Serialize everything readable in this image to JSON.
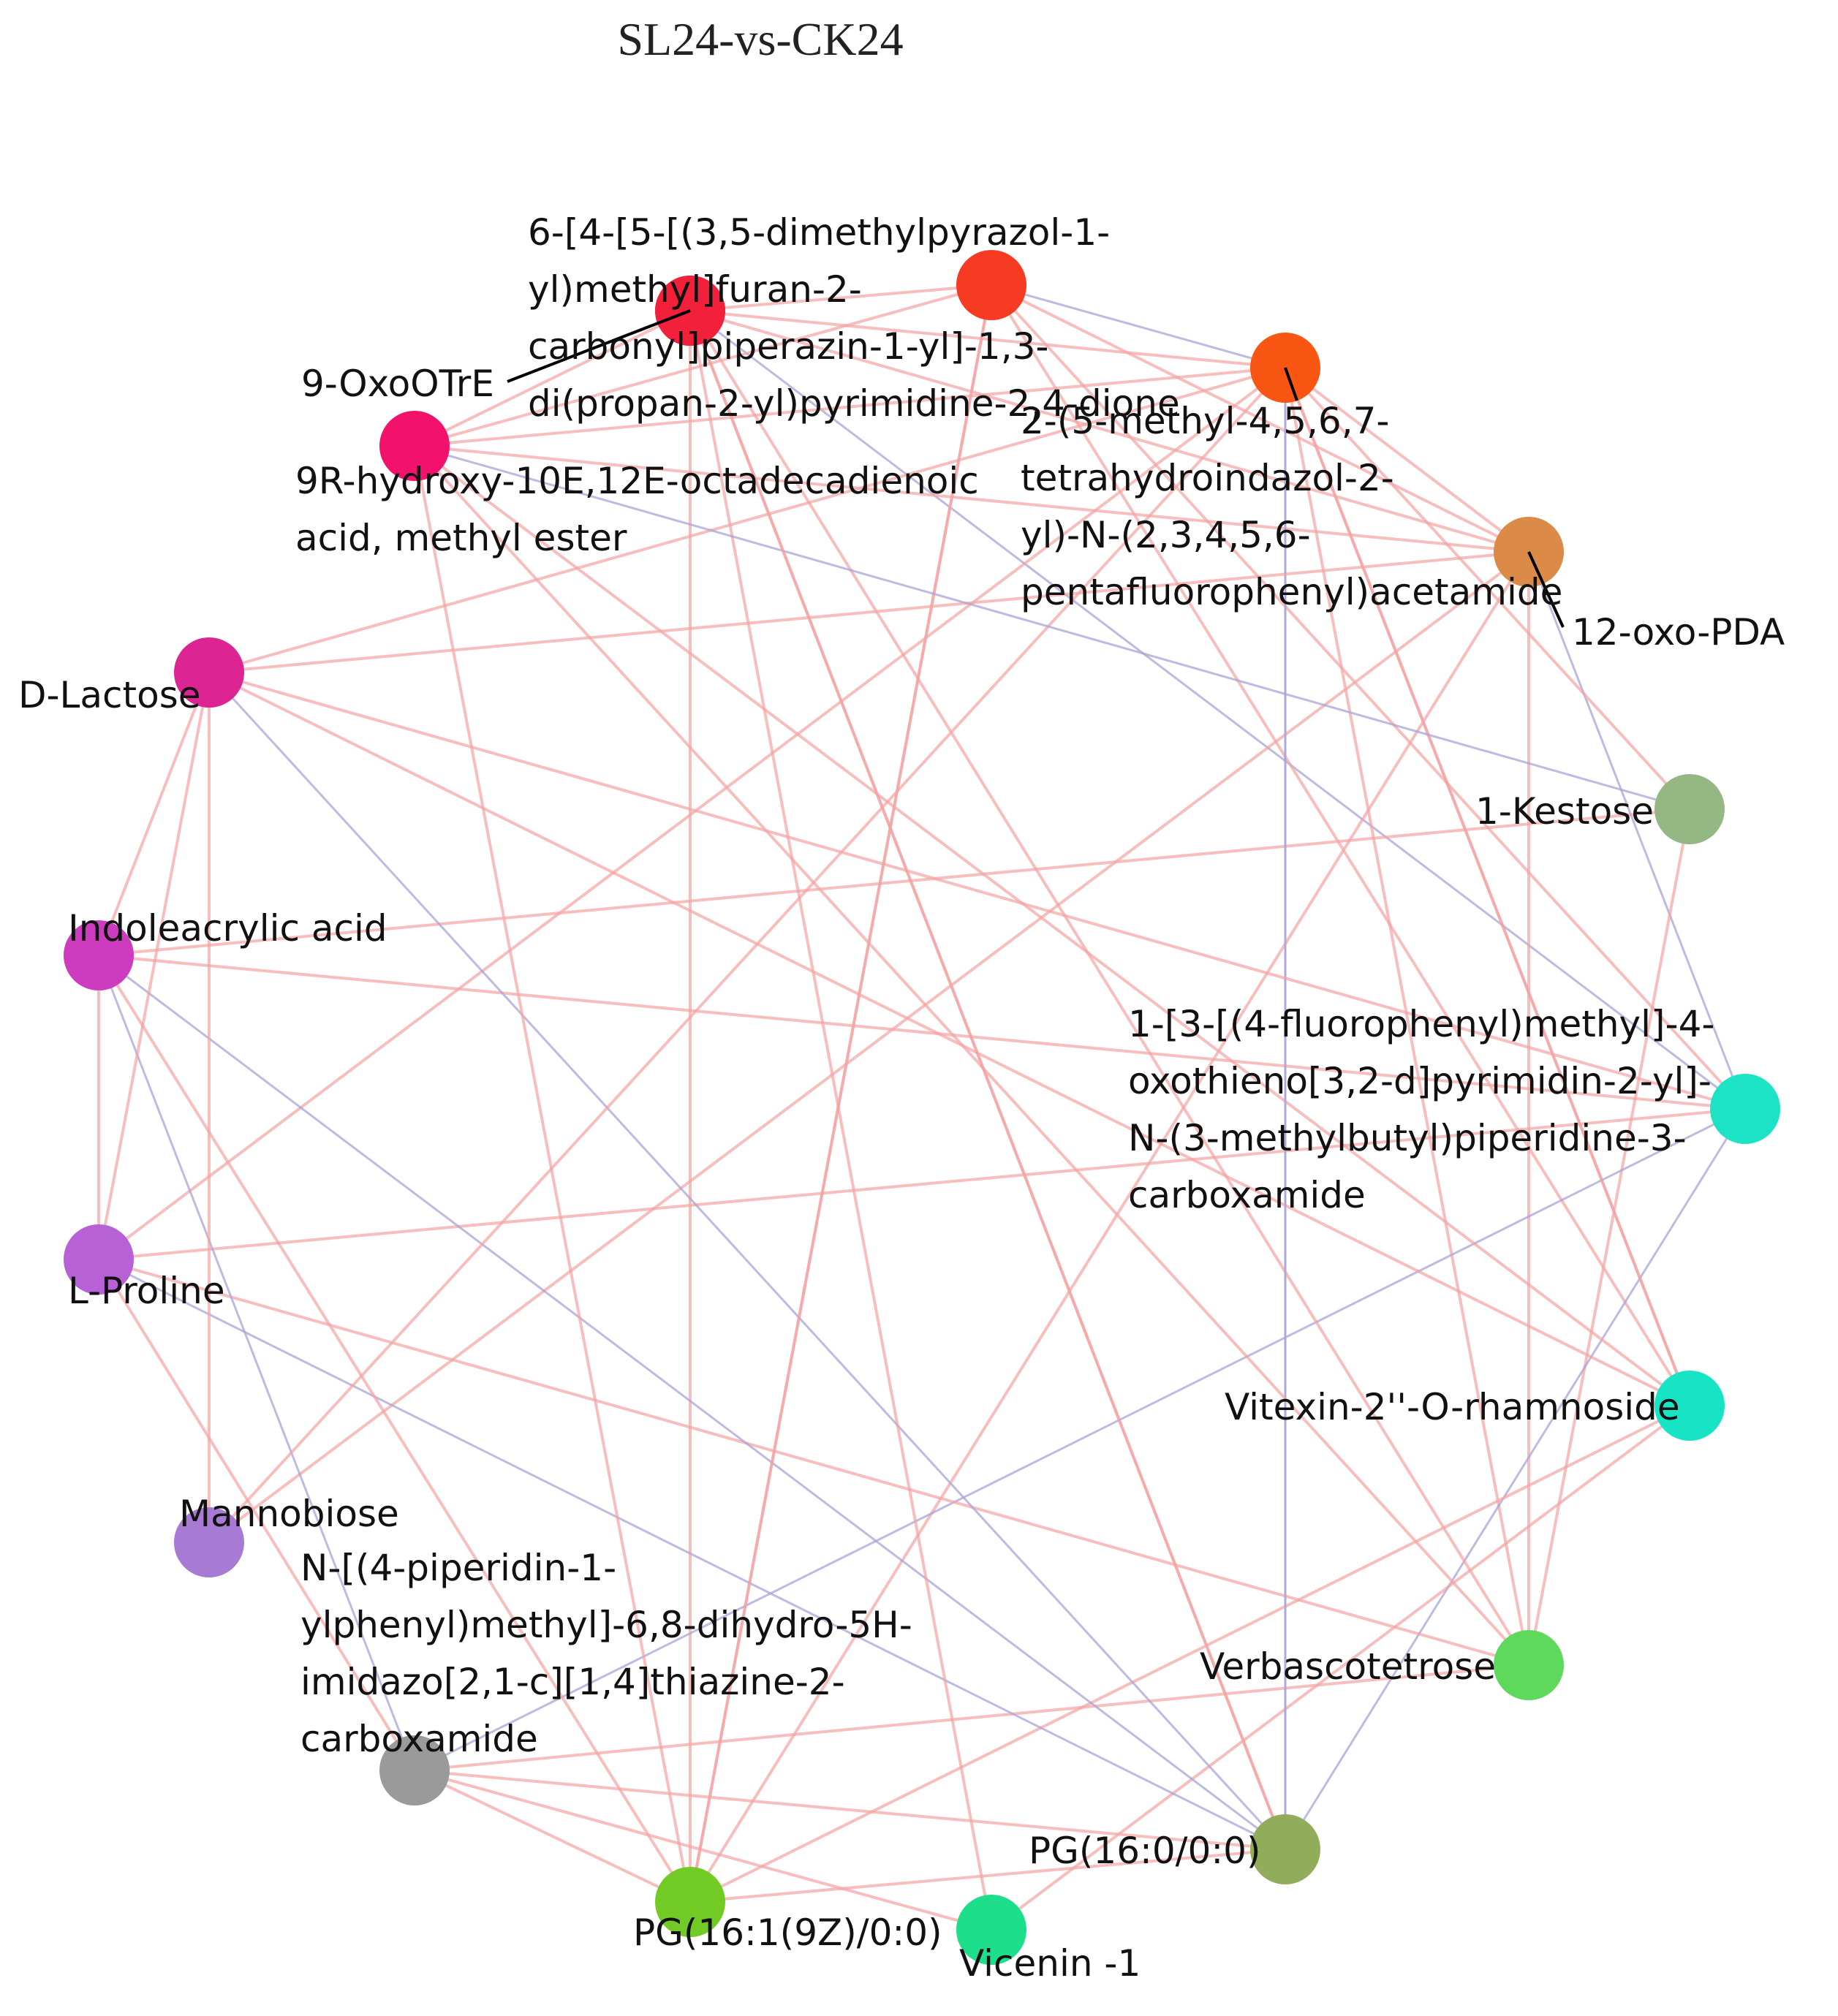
{
  "title": "SL24-vs-CK24",
  "colors": {
    "positive_edge": "#f4a3a3",
    "negative_edge": "#a9a3d6",
    "leader_line": "#000000"
  },
  "nodes": [
    {
      "id": "n1",
      "label_lines": [
        "6-[4-[5-[(3,5-dimethylpyrazol-1-",
        "yl)methyl]furan-2-",
        "carbonyl]piperazin-1-yl]-1,3-",
        "di(propan-2-yl)pyrimidine-2,4-dione"
      ],
      "color": "#f2203a"
    },
    {
      "id": "n2",
      "label_lines": [],
      "color": "#f73a22"
    },
    {
      "id": "n3",
      "label_lines": [
        "2-(5-methyl-4,5,6,7-",
        "tetrahydroindazol-2-",
        "yl)-N-(2,3,4,5,6-",
        "pentafluorophenyl)acetamide"
      ],
      "color": "#f85612"
    },
    {
      "id": "n4",
      "label_lines": [
        "12-oxo-PDA"
      ],
      "color": "#dc8a48"
    },
    {
      "id": "n5",
      "label_lines": [
        "1-Kestose"
      ],
      "color": "#95b784"
    },
    {
      "id": "n6",
      "label_lines": [
        "1-[3-[(4-fluorophenyl)methyl]-4-",
        "oxothieno[3,2-d]pyrimidin-2-yl]-",
        "N-(3-methylbutyl)piperidine-3-",
        "carboxamide"
      ],
      "color": "#1de3c5"
    },
    {
      "id": "n7",
      "label_lines": [
        "Vitexin-2''-O-rhamnoside"
      ],
      "color": "#17e4c4"
    },
    {
      "id": "n8",
      "label_lines": [
        "Verbascotetrose"
      ],
      "color": "#5ed95c"
    },
    {
      "id": "n9",
      "label_lines": [
        "PG(16:0/0:0)"
      ],
      "color": "#91ad5c"
    },
    {
      "id": "n10",
      "label_lines": [
        "Vicenin -1"
      ],
      "color": "#1dde8a"
    },
    {
      "id": "n11",
      "label_lines": [
        "PG(16:1(9Z)/0:0)"
      ],
      "color": "#71cb24"
    },
    {
      "id": "n12",
      "label_lines": [
        "N-[(4-piperidin-1-",
        "ylphenyl)methyl]-6,8-dihydro-5H-",
        "imidazo[2,1-c][1,4]thiazine-2-",
        "carboxamide"
      ],
      "color": "#9a9a9a"
    },
    {
      "id": "n13",
      "label_lines": [
        "Mannobiose"
      ],
      "color": "#a77ad4"
    },
    {
      "id": "n14",
      "label_lines": [
        "L-Proline"
      ],
      "color": "#b661d6"
    },
    {
      "id": "n15",
      "label_lines": [
        "Indoleacrylic acid"
      ],
      "color": "#cd3cbf"
    },
    {
      "id": "n16",
      "label_lines": [
        "D-Lactose"
      ],
      "color": "#dd2493"
    },
    {
      "id": "n17",
      "label_lines": [
        "9R-hydroxy-10E,12E-octadecadienoic",
        "acid, methyl ester"
      ],
      "color": "#f2126c"
    },
    {
      "id": "n18",
      "label_lines": [
        "9-OxoOTrE"
      ],
      "color": "#f2203a"
    }
  ],
  "edges": [
    {
      "source": "n1",
      "target": "n2",
      "sign": "positive"
    },
    {
      "source": "n1",
      "target": "n3",
      "sign": "positive"
    },
    {
      "source": "n1",
      "target": "n4",
      "sign": "positive"
    },
    {
      "source": "n1",
      "target": "n11",
      "sign": "positive"
    },
    {
      "source": "n1",
      "target": "n6",
      "sign": "negative"
    },
    {
      "source": "n1",
      "target": "n9",
      "sign": "positive"
    },
    {
      "source": "n1",
      "target": "n17",
      "sign": "positive"
    },
    {
      "source": "n2",
      "target": "n4",
      "sign": "positive"
    },
    {
      "source": "n2",
      "target": "n3",
      "sign": "negative"
    },
    {
      "source": "n2",
      "target": "n11",
      "sign": "positive"
    },
    {
      "source": "n2",
      "target": "n17",
      "sign": "positive"
    },
    {
      "source": "n2",
      "target": "n7",
      "sign": "positive"
    },
    {
      "source": "n3",
      "target": "n4",
      "sign": "positive"
    },
    {
      "source": "n3",
      "target": "n16",
      "sign": "positive"
    },
    {
      "source": "n3",
      "target": "n9",
      "sign": "negative"
    },
    {
      "source": "n3",
      "target": "n8",
      "sign": "positive"
    },
    {
      "source": "n3",
      "target": "n7",
      "sign": "positive"
    },
    {
      "source": "n3",
      "target": "n14",
      "sign": "positive"
    },
    {
      "source": "n3",
      "target": "n17",
      "sign": "positive"
    },
    {
      "source": "n4",
      "target": "n17",
      "sign": "positive"
    },
    {
      "source": "n4",
      "target": "n11",
      "sign": "positive"
    },
    {
      "source": "n4",
      "target": "n13",
      "sign": "positive"
    },
    {
      "source": "n4",
      "target": "n8",
      "sign": "positive"
    },
    {
      "source": "n4",
      "target": "n6",
      "sign": "negative"
    },
    {
      "source": "n5",
      "target": "n15",
      "sign": "positive"
    },
    {
      "source": "n5",
      "target": "n8",
      "sign": "positive"
    },
    {
      "source": "n5",
      "target": "n3",
      "sign": "positive"
    },
    {
      "source": "n6",
      "target": "n14",
      "sign": "positive"
    },
    {
      "source": "n6",
      "target": "n15",
      "sign": "positive"
    },
    {
      "source": "n6",
      "target": "n12",
      "sign": "negative"
    },
    {
      "source": "n6",
      "target": "n9",
      "sign": "negative"
    },
    {
      "source": "n6",
      "target": "n2",
      "sign": "positive"
    },
    {
      "source": "n7",
      "target": "n16",
      "sign": "positive"
    },
    {
      "source": "n7",
      "target": "n17",
      "sign": "positive"
    },
    {
      "source": "n7",
      "target": "n11",
      "sign": "positive"
    },
    {
      "source": "n7",
      "target": "n10",
      "sign": "positive"
    },
    {
      "source": "n7",
      "target": "n3",
      "sign": "positive"
    },
    {
      "source": "n8",
      "target": "n12",
      "sign": "positive"
    },
    {
      "source": "n8",
      "target": "n14",
      "sign": "positive"
    },
    {
      "source": "n8",
      "target": "n1",
      "sign": "positive"
    },
    {
      "source": "n9",
      "target": "n16",
      "sign": "negative"
    },
    {
      "source": "n9",
      "target": "n14",
      "sign": "negative"
    },
    {
      "source": "n9",
      "target": "n15",
      "sign": "negative"
    },
    {
      "source": "n9",
      "target": "n12",
      "sign": "positive"
    },
    {
      "source": "n9",
      "target": "n3",
      "sign": "negative"
    },
    {
      "source": "n10",
      "target": "n12",
      "sign": "positive"
    },
    {
      "source": "n10",
      "target": "n1",
      "sign": "positive"
    },
    {
      "source": "n11",
      "target": "n17",
      "sign": "positive"
    },
    {
      "source": "n11",
      "target": "n12",
      "sign": "positive"
    },
    {
      "source": "n11",
      "target": "n15",
      "sign": "positive"
    },
    {
      "source": "n11",
      "target": "n9",
      "sign": "positive"
    },
    {
      "source": "n11",
      "target": "n2",
      "sign": "positive"
    },
    {
      "source": "n12",
      "target": "n15",
      "sign": "negative"
    },
    {
      "source": "n12",
      "target": "n14",
      "sign": "positive"
    },
    {
      "source": "n13",
      "target": "n16",
      "sign": "positive"
    },
    {
      "source": "n13",
      "target": "n3",
      "sign": "positive"
    },
    {
      "source": "n14",
      "target": "n16",
      "sign": "positive"
    },
    {
      "source": "n14",
      "target": "n15",
      "sign": "positive"
    },
    {
      "source": "n15",
      "target": "n16",
      "sign": "positive"
    },
    {
      "source": "n16",
      "target": "n4",
      "sign": "positive"
    },
    {
      "source": "n16",
      "target": "n6",
      "sign": "positive"
    },
    {
      "source": "n17",
      "target": "n8",
      "sign": "positive"
    },
    {
      "source": "n17",
      "target": "n5",
      "sign": "negative"
    },
    {
      "source": "n18",
      "target": "n9",
      "sign": "positive"
    }
  ]
}
